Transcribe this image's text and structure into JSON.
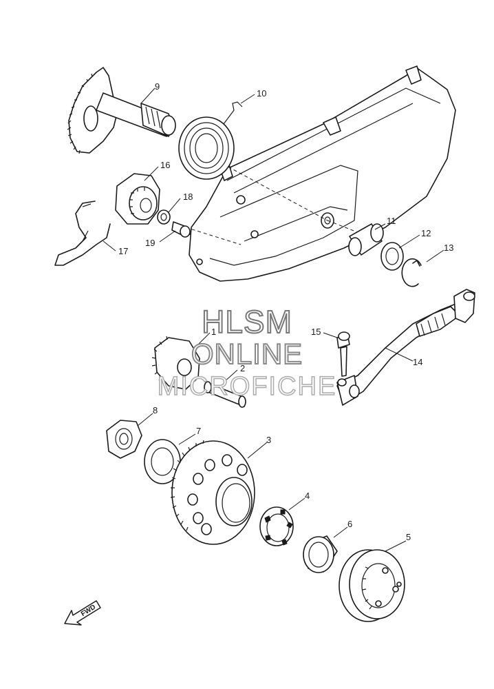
{
  "watermark": {
    "line1": "HLSM",
    "line2": "ONLINE",
    "line3": "MICROFICHE"
  },
  "fwd_label": "FWD",
  "callouts": [
    {
      "id": "c1",
      "label": "1"
    },
    {
      "id": "c2",
      "label": "2"
    },
    {
      "id": "c3",
      "label": "3"
    },
    {
      "id": "c4",
      "label": "4"
    },
    {
      "id": "c5",
      "label": "5"
    },
    {
      "id": "c6",
      "label": "6"
    },
    {
      "id": "c7",
      "label": "7"
    },
    {
      "id": "c8",
      "label": "8"
    },
    {
      "id": "c9",
      "label": "9"
    },
    {
      "id": "c10",
      "label": "10"
    },
    {
      "id": "c11",
      "label": "11"
    },
    {
      "id": "c12",
      "label": "12"
    },
    {
      "id": "c13",
      "label": "13"
    },
    {
      "id": "c14",
      "label": "14"
    },
    {
      "id": "c15",
      "label": "15"
    },
    {
      "id": "c16",
      "label": "16"
    },
    {
      "id": "c17",
      "label": "17"
    },
    {
      "id": "c18",
      "label": "18"
    },
    {
      "id": "c19",
      "label": "19"
    }
  ]
}
